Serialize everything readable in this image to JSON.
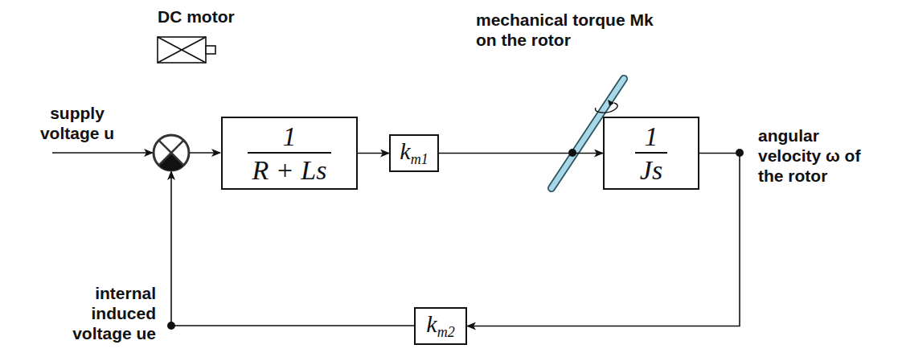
{
  "diagram": {
    "nodes": [
      {
        "text": [
          "1",
          "R + Ls"
        ]
      },
      {
        "text": [
          "k",
          "m1"
        ]
      },
      {
        "text": [
          "1",
          "Js"
        ]
      },
      {
        "text": [
          "k",
          "m2"
        ]
      }
    ],
    "edges": [
      {
        "from": 0,
        "to": 1,
        "arrow": "to"
      },
      {
        "from": 1,
        "to": 2,
        "arrow": "to"
      },
      {
        "from": 2,
        "to": 3,
        "arrow": "to"
      }
    ],
    "labels": [
      "DC motor",
      "supply voltage u",
      "mechanical torque Mk on the rotor",
      "angular velocity ω of the rotor",
      "internal induced voltage ue"
    ]
  }
}
